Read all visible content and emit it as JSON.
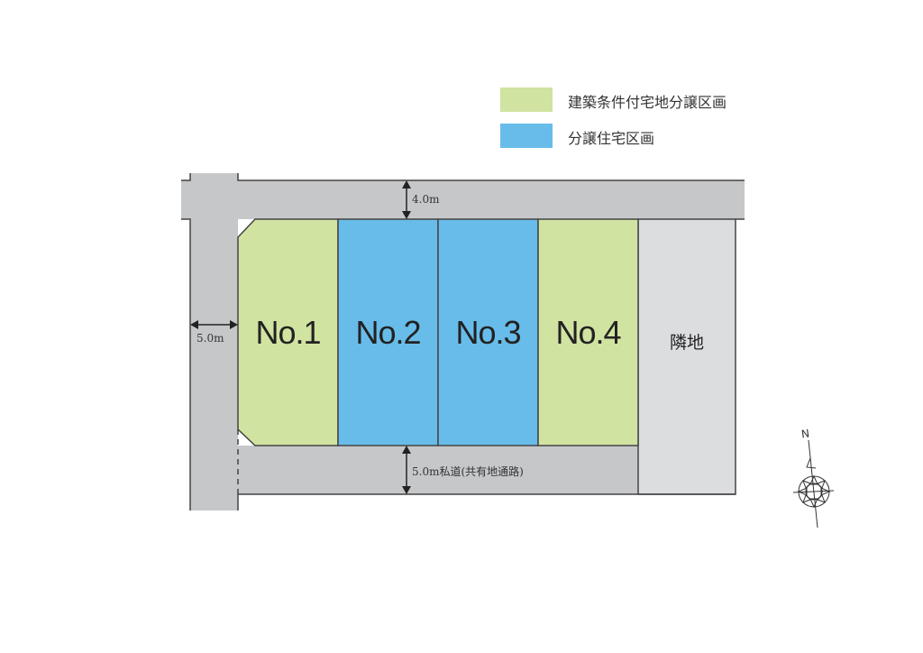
{
  "legend": {
    "items": [
      {
        "label": "建築条件付宅地分譲区画",
        "color": "#d1e3a1"
      },
      {
        "label": "分譲住宅区画",
        "color": "#68bce9"
      }
    ]
  },
  "colors": {
    "road": "#c6c7c9",
    "neighbor": "#dcdddf",
    "outline": "#444444",
    "conditional_lot": "#d1e3a1",
    "house_lot": "#68bce9"
  },
  "lots": [
    {
      "label": "No.1",
      "type": "建築条件付宅地分譲区画"
    },
    {
      "label": "No.2",
      "type": "分譲住宅区画"
    },
    {
      "label": "No.3",
      "type": "分譲住宅区画"
    },
    {
      "label": "No.4",
      "type": "建築条件付宅地分譲区画"
    }
  ],
  "neighbor": {
    "label": "隣地"
  },
  "dimensions": {
    "top_road": "4.0m",
    "left_road": "5.0m",
    "bottom_road": "5.0m私道(共有地通路)"
  },
  "compass": {
    "label": "N"
  }
}
